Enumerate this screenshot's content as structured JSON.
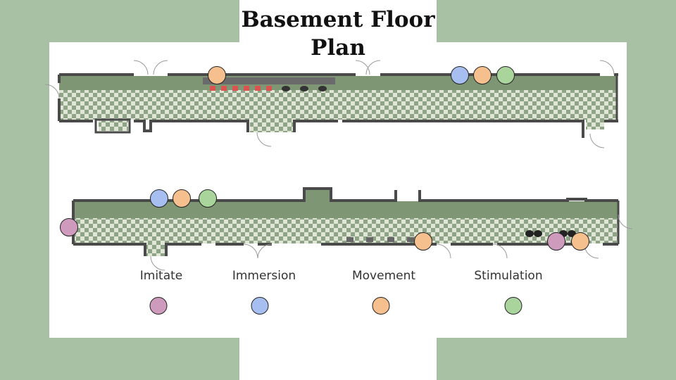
{
  "title": "Basement Floor Plan",
  "colors": {
    "background": "#a8c1a4",
    "imitate": "#cf9bbd",
    "immersion": "#a6bff0",
    "movement": "#f5c08e",
    "stimulation": "#a9d59c",
    "floor_dark": "#8fa386",
    "floor_light": "#dfe6d6",
    "wall": "#4a4a4a"
  },
  "legend": [
    {
      "label": "Imitate",
      "color_key": "imitate"
    },
    {
      "label": "Immersion",
      "color_key": "immersion"
    },
    {
      "label": "Movement",
      "color_key": "movement"
    },
    {
      "label": "Stimulation",
      "color_key": "stimulation"
    }
  ],
  "markers": [
    {
      "category": "movement",
      "floor": "upper"
    },
    {
      "category": "immersion",
      "floor": "upper"
    },
    {
      "category": "movement",
      "floor": "upper"
    },
    {
      "category": "stimulation",
      "floor": "upper"
    },
    {
      "category": "immersion",
      "floor": "lower"
    },
    {
      "category": "movement",
      "floor": "lower"
    },
    {
      "category": "stimulation",
      "floor": "lower"
    },
    {
      "category": "imitate",
      "floor": "lower"
    },
    {
      "category": "movement",
      "floor": "lower"
    },
    {
      "category": "imitate",
      "floor": "lower"
    },
    {
      "category": "movement",
      "floor": "lower"
    }
  ]
}
